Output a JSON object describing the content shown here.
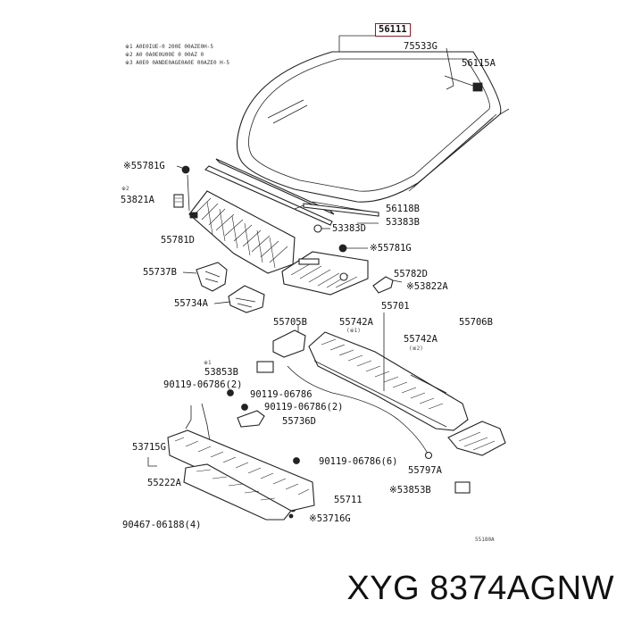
{
  "diagram": {
    "notes": {
      "line1": "※1 A0E0IUE-0 200E 00AZE0H-5",
      "line2": "※2 A0 0A0E0U00E 0 00AZ 0",
      "line3": "※3 A0E0 0ANDE0AGE0A0E 00AZE0 H-5"
    },
    "labels": {
      "p56111": "56111",
      "p75533G": "75533G",
      "p56115A": "56115A",
      "p55781G_top": "※55781G",
      "p_x2": "※2",
      "p53821A": "53821A",
      "p56118B": "56118B",
      "p53383B": "53383B",
      "p53383D": "53383D",
      "p55781D": "55781D",
      "p55781G_mid": "※55781G",
      "p55737B": "55737B",
      "p55782D": "55782D",
      "p53822A": "※53822A",
      "p55734A": "55734A",
      "p55701": "55701",
      "p55705B": "55705B",
      "p55742A_1": "55742A",
      "p55706B": "55706B",
      "p55742A_1_note": "(※1)",
      "p55742A_2": "55742A",
      "p55742A_2_note": "(※2)",
      "p_x1": "※1",
      "p53853B_top": "53853B",
      "p90119_06786_2a": "90119-06786(2)",
      "p90119_06786": "90119-06786",
      "p90119_06786_2b": "90119-06786(2)",
      "p55736D": "55736D",
      "p53715G": "53715G",
      "p90119_06786_6": "90119-06786(6)",
      "p55797A": "55797A",
      "p55222A": "55222A",
      "p53853B_bot": "※53853B",
      "p55711": "55711",
      "p90467_06188": "90467-06188(4)",
      "p53716G": "※53716G",
      "figure_code": "55180A"
    }
  },
  "footer": {
    "part_number": "XYG 8374AGNW"
  }
}
